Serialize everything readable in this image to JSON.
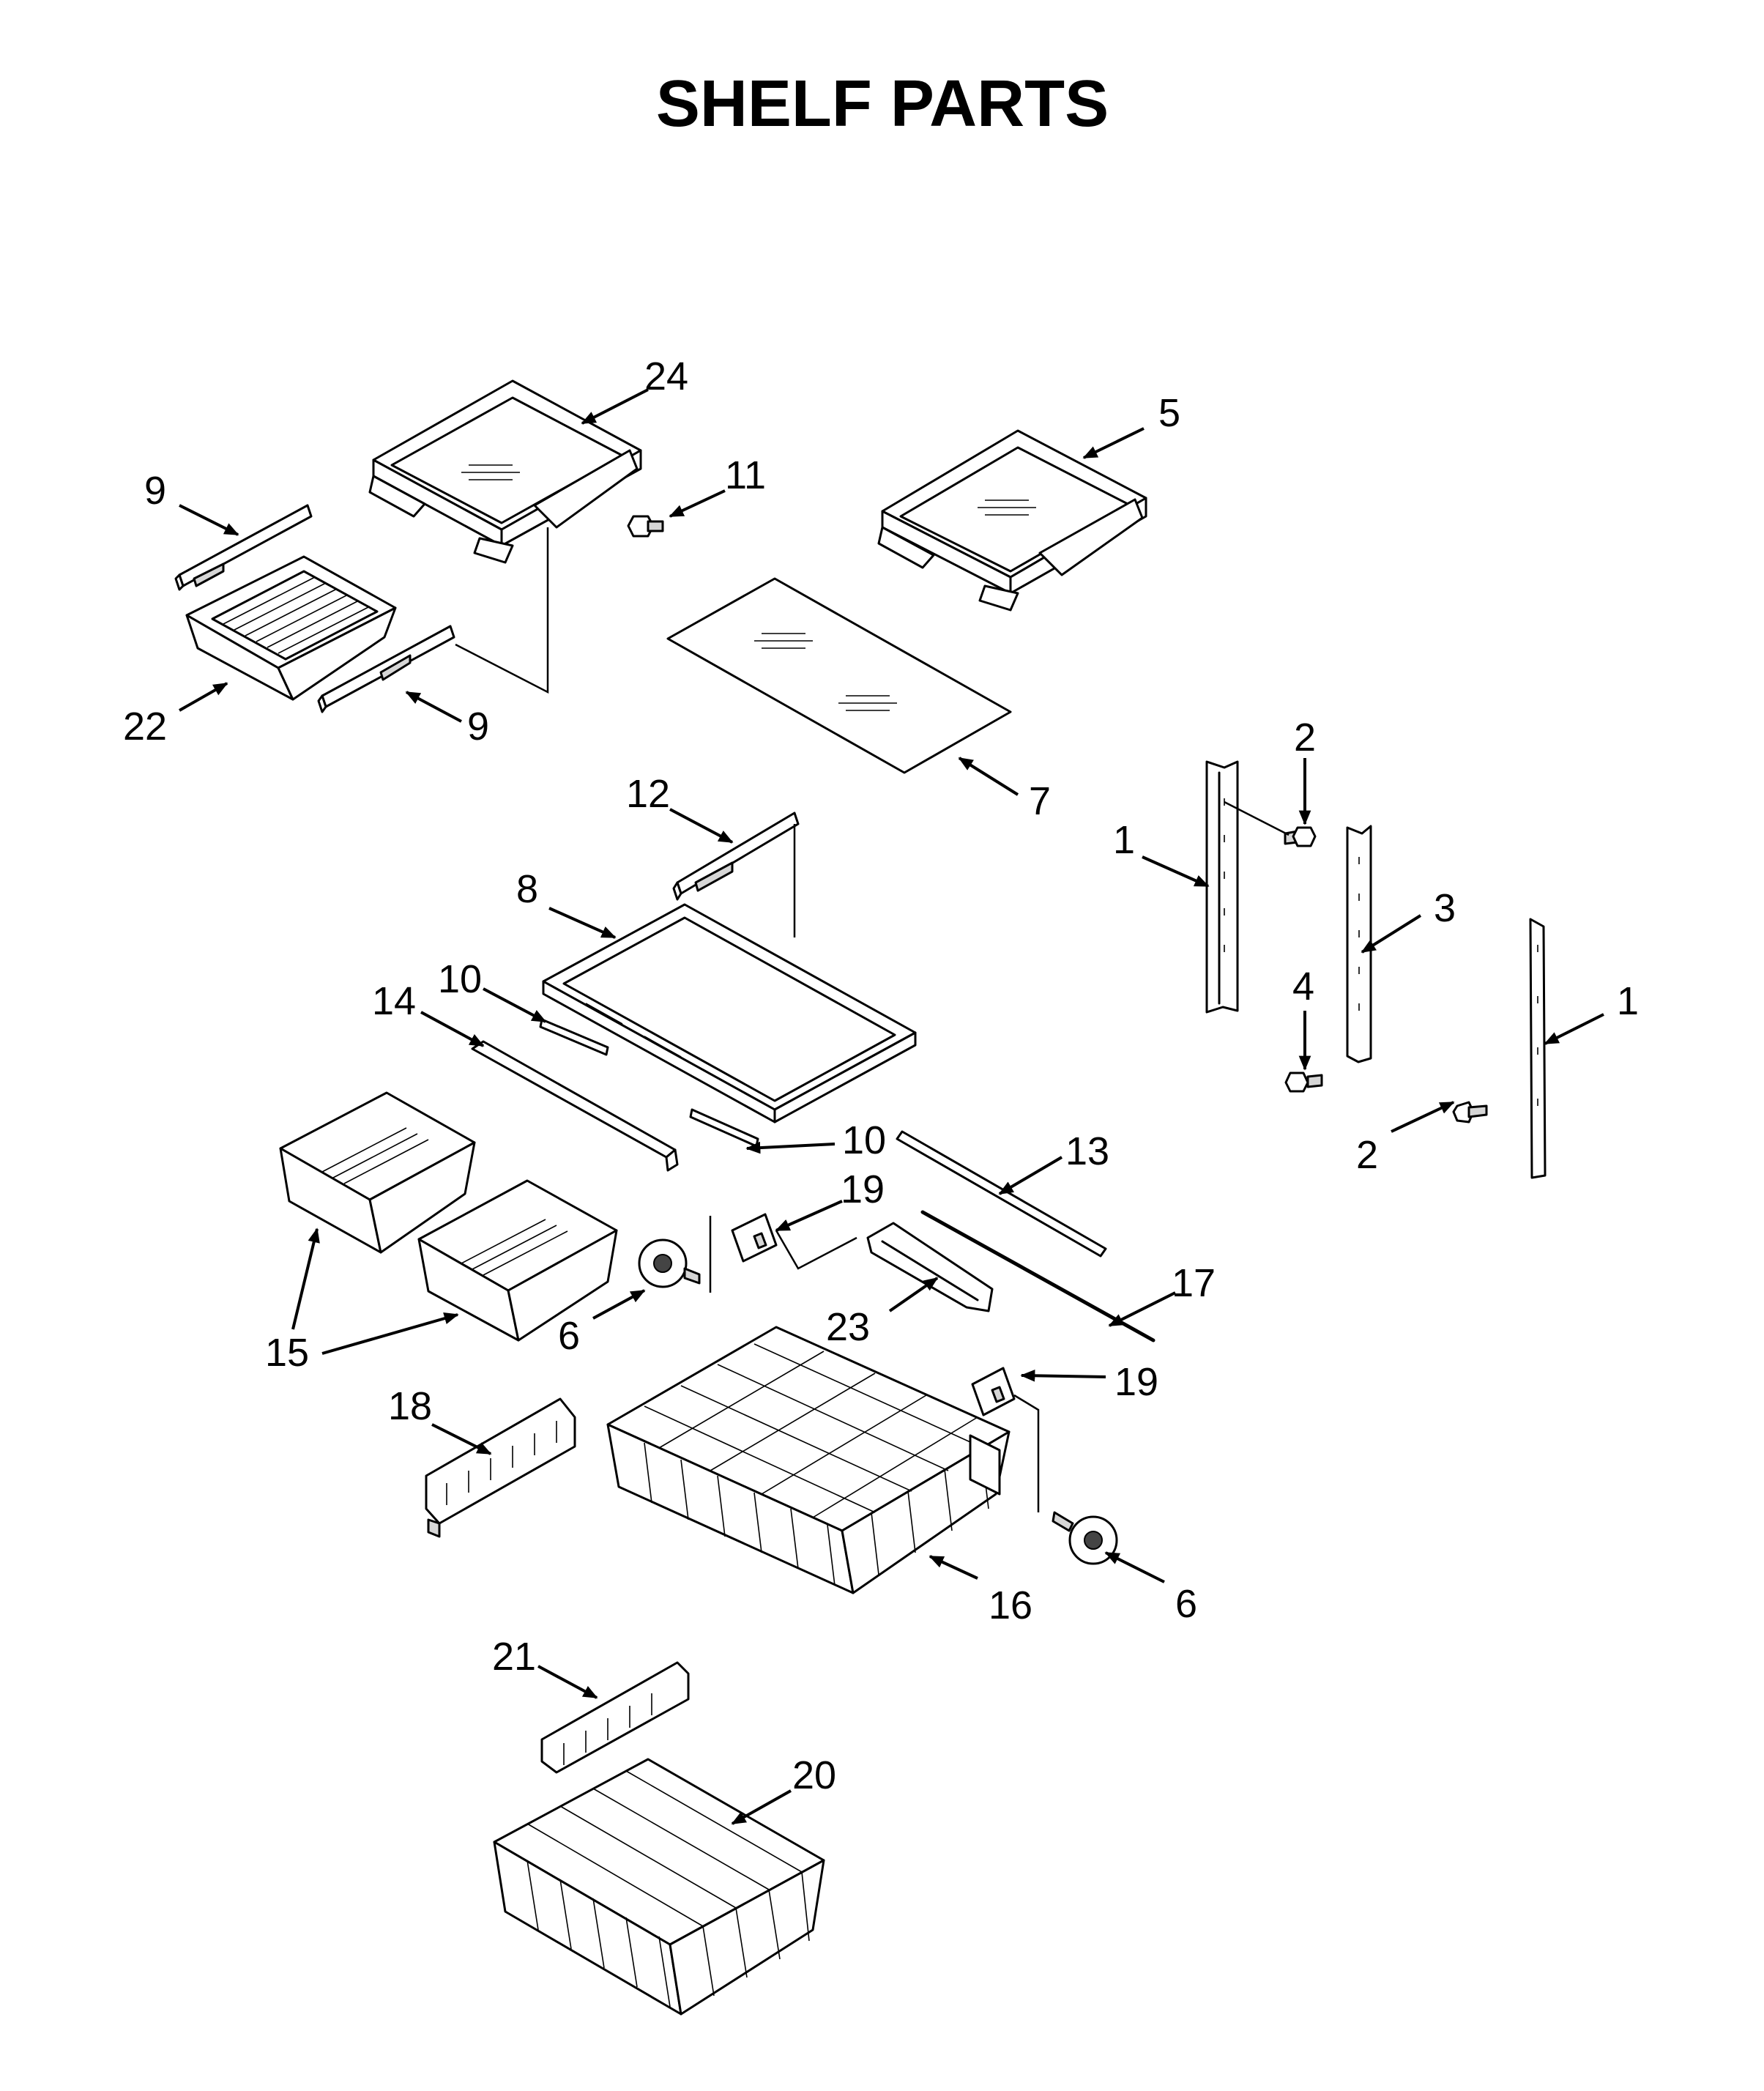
{
  "diagram": {
    "title": "SHELF PARTS",
    "callouts": [
      {
        "id": "c24",
        "label": "24"
      },
      {
        "id": "c5",
        "label": "5"
      },
      {
        "id": "c9a",
        "label": "9"
      },
      {
        "id": "c11",
        "label": "11"
      },
      {
        "id": "c22",
        "label": "22"
      },
      {
        "id": "c9b",
        "label": "9"
      },
      {
        "id": "c2a",
        "label": "2"
      },
      {
        "id": "c12",
        "label": "12"
      },
      {
        "id": "c7",
        "label": "7"
      },
      {
        "id": "c1a",
        "label": "1"
      },
      {
        "id": "c8",
        "label": "8"
      },
      {
        "id": "c3",
        "label": "3"
      },
      {
        "id": "c10a",
        "label": "10"
      },
      {
        "id": "c14",
        "label": "14"
      },
      {
        "id": "c4",
        "label": "4"
      },
      {
        "id": "c1b",
        "label": "1"
      },
      {
        "id": "c2b",
        "label": "2"
      },
      {
        "id": "c10b",
        "label": "10"
      },
      {
        "id": "c13",
        "label": "13"
      },
      {
        "id": "c19a",
        "label": "19"
      },
      {
        "id": "c17",
        "label": "17"
      },
      {
        "id": "c23",
        "label": "23"
      },
      {
        "id": "c15",
        "label": "15"
      },
      {
        "id": "c6a",
        "label": "6"
      },
      {
        "id": "c19b",
        "label": "19"
      },
      {
        "id": "c18",
        "label": "18"
      },
      {
        "id": "c16",
        "label": "16"
      },
      {
        "id": "c6b",
        "label": "6"
      },
      {
        "id": "c21",
        "label": "21"
      },
      {
        "id": "c20",
        "label": "20"
      }
    ]
  }
}
